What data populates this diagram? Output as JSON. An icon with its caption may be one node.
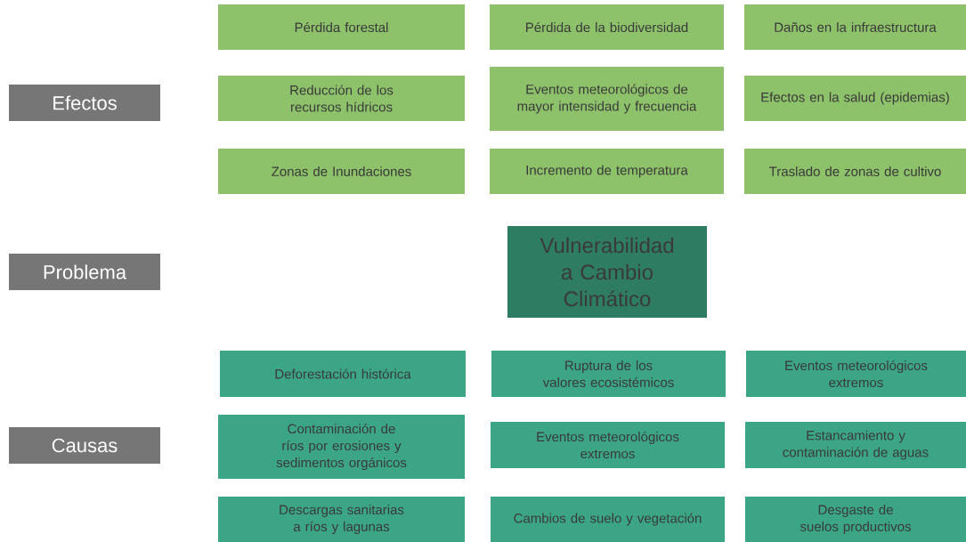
{
  "diagram": {
    "nodes": [
      {
        "text": [
          "Efectos"
        ]
      },
      {
        "text": [
          "Problema"
        ]
      },
      {
        "text": [
          "Causas"
        ]
      },
      {
        "text": [
          "Pérdida forestal"
        ]
      },
      {
        "text": [
          "Pérdida de la biodiversidad"
        ]
      },
      {
        "text": [
          "Daños en la infraestructura"
        ]
      },
      {
        "text": [
          "Reducción de los recursos hídricos"
        ]
      },
      {
        "text": [
          "Eventos meteorológicos de mayor intensidad y frecuencia"
        ]
      },
      {
        "text": [
          "Efectos en la salud (epidemias)"
        ]
      },
      {
        "text": [
          "Zonas de Inundaciones"
        ]
      },
      {
        "text": [
          "Incremento de temperatura"
        ]
      },
      {
        "text": [
          "Traslado de zonas de cultivo"
        ]
      },
      {
        "text": [
          "Vulnerabilidad a Cambio Climático"
        ]
      },
      {
        "text": [
          "Deforestación histórica"
        ]
      },
      {
        "text": [
          "Ruptura de los valores ecosistémicos"
        ]
      },
      {
        "text": [
          "Eventos meteorológicos extremos"
        ]
      },
      {
        "text": [
          "Contaminación de ríos por erosiones y sedimentos orgánicos"
        ]
      },
      {
        "text": [
          "Eventos meteorológicos extremos"
        ]
      },
      {
        "text": [
          "Estancamiento y contaminación de aguas"
        ]
      },
      {
        "text": [
          "Descargas sanitarias a ríos y lagunas"
        ]
      },
      {
        "text": [
          "Cambios de suelo y vegetación"
        ]
      },
      {
        "text": [
          "Desgaste de suelos productivos"
        ]
      }
    ]
  }
}
